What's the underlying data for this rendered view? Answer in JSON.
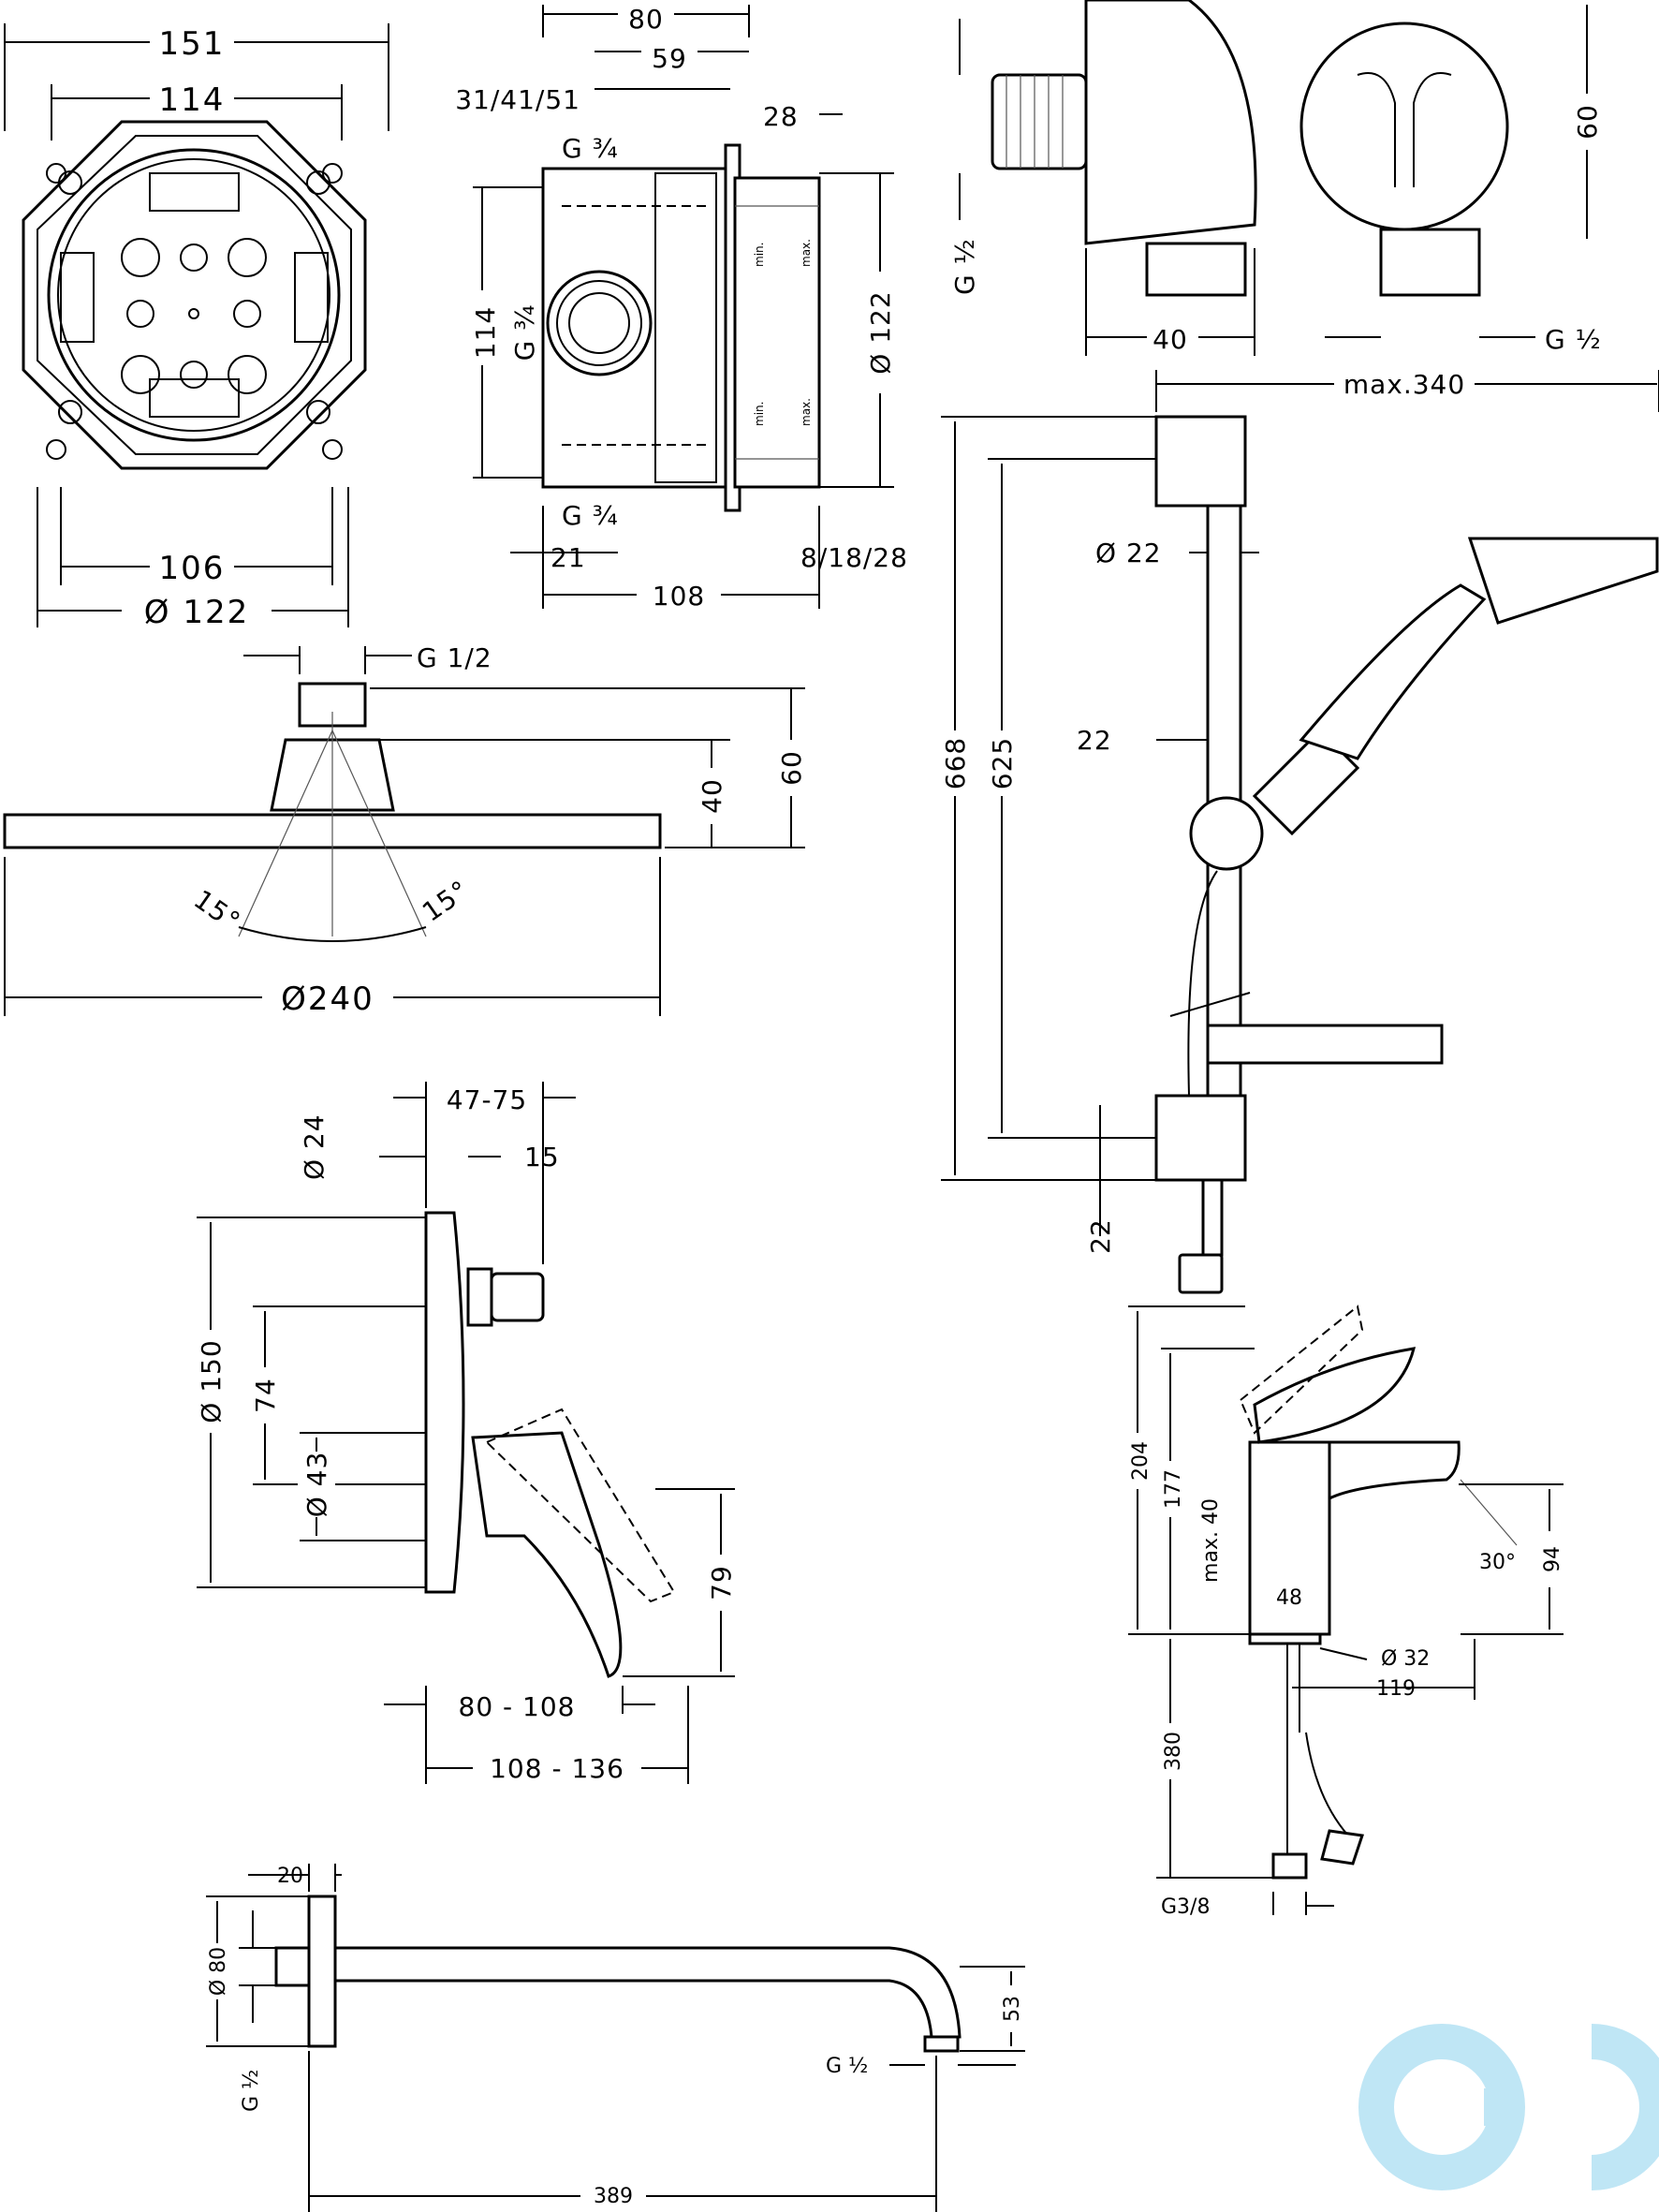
{
  "colors": {
    "line": "#000000",
    "background": "#ffffff",
    "logo": "#bfe6f5"
  },
  "logo": {
    "text": "cd"
  },
  "box": {
    "w151": "151",
    "w114": "114",
    "w106": "106",
    "d122": "Ø 122",
    "w80": "80",
    "w59": "59",
    "w314151": "31/41/51",
    "w28": "28",
    "g34_top": "G ¾",
    "g34_bot": "G ¾",
    "g34_side": "G ¾",
    "h114": "114",
    "d122v": "Ø 122",
    "w21": "21",
    "w81828": "8/18/28",
    "w108": "108",
    "min1": "min.",
    "max1": "max.",
    "min2": "min.",
    "max2": "max."
  },
  "elbow": {
    "g12_left": "G ½",
    "w40": "40",
    "g12_right": "G ½",
    "h60": "60"
  },
  "overhead": {
    "g12": "G  1/2",
    "h60": "60",
    "h40": "40",
    "a15l": "15°",
    "a15r": "15°",
    "d240": "Ø240"
  },
  "rail": {
    "max340": "max.340",
    "d22": "Ø 22",
    "h668": "668",
    "h625": "625",
    "w22a": "22",
    "w22b": "22"
  },
  "mixer": {
    "w4775": "47-75",
    "d24": "Ø 24",
    "w15": "15",
    "d150": "Ø 150",
    "h74": "74",
    "d43": "Ø 43",
    "h79": "79",
    "w80108": "80 - 108",
    "w108136": "108 - 136"
  },
  "faucet": {
    "h204": "204",
    "h177": "177",
    "max40": "max. 40",
    "w48": "48",
    "a30": "30°",
    "h94": "94",
    "d32": "Ø 32",
    "w119": "119",
    "h380": "380",
    "g38": "G3/8"
  },
  "spout": {
    "w20": "20",
    "d80": "Ø 80",
    "g12": "G ½",
    "h53": "53",
    "g12r": "G ½",
    "w389": "389"
  }
}
